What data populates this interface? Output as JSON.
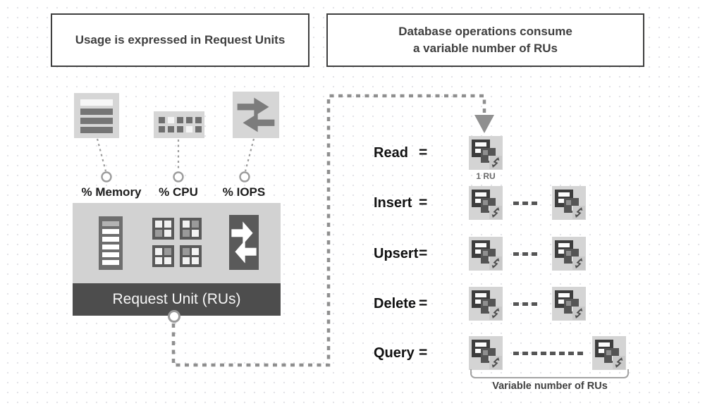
{
  "titles": {
    "left": "Usage is expressed in Request Units",
    "right_line1": "Database operations consume",
    "right_line2": "a variable number of RUs"
  },
  "metrics": [
    {
      "label": "% Memory",
      "icon": "memory-icon"
    },
    {
      "label": "% CPU",
      "icon": "cpu-icon"
    },
    {
      "label": "% IOPS",
      "icon": "iops-icon"
    }
  ],
  "request_unit_box": {
    "label": "Request Unit (RUs)"
  },
  "operations": [
    {
      "label": "Read",
      "equals": "=",
      "ru_icons": 1,
      "dash_count": 0,
      "cost_label": "1 RU",
      "long_gap": false
    },
    {
      "label": "Insert",
      "equals": "=",
      "ru_icons": 2,
      "dash_count": 3,
      "cost_label": "",
      "long_gap": false
    },
    {
      "label": "Upsert",
      "equals": "=",
      "ru_icons": 2,
      "dash_count": 3,
      "cost_label": "",
      "long_gap": false
    },
    {
      "label": "Delete",
      "equals": "=",
      "ru_icons": 2,
      "dash_count": 3,
      "cost_label": "",
      "long_gap": false
    },
    {
      "label": "Query",
      "equals": "=",
      "ru_icons": 2,
      "dash_count": 8,
      "cost_label": "",
      "long_gap": true
    }
  ],
  "footer": {
    "brace_label": "Variable number of RUs"
  },
  "colors": {
    "border_dark": "#3f3f3f",
    "panel_light": "#d4d4d4",
    "panel_mid": "#d2d2d2",
    "bar_dark": "#4d4d4d",
    "icon_dark": "#5a5a5a",
    "connector_gray": "#8f8f8f",
    "text_dark": "#1a1a1a"
  }
}
